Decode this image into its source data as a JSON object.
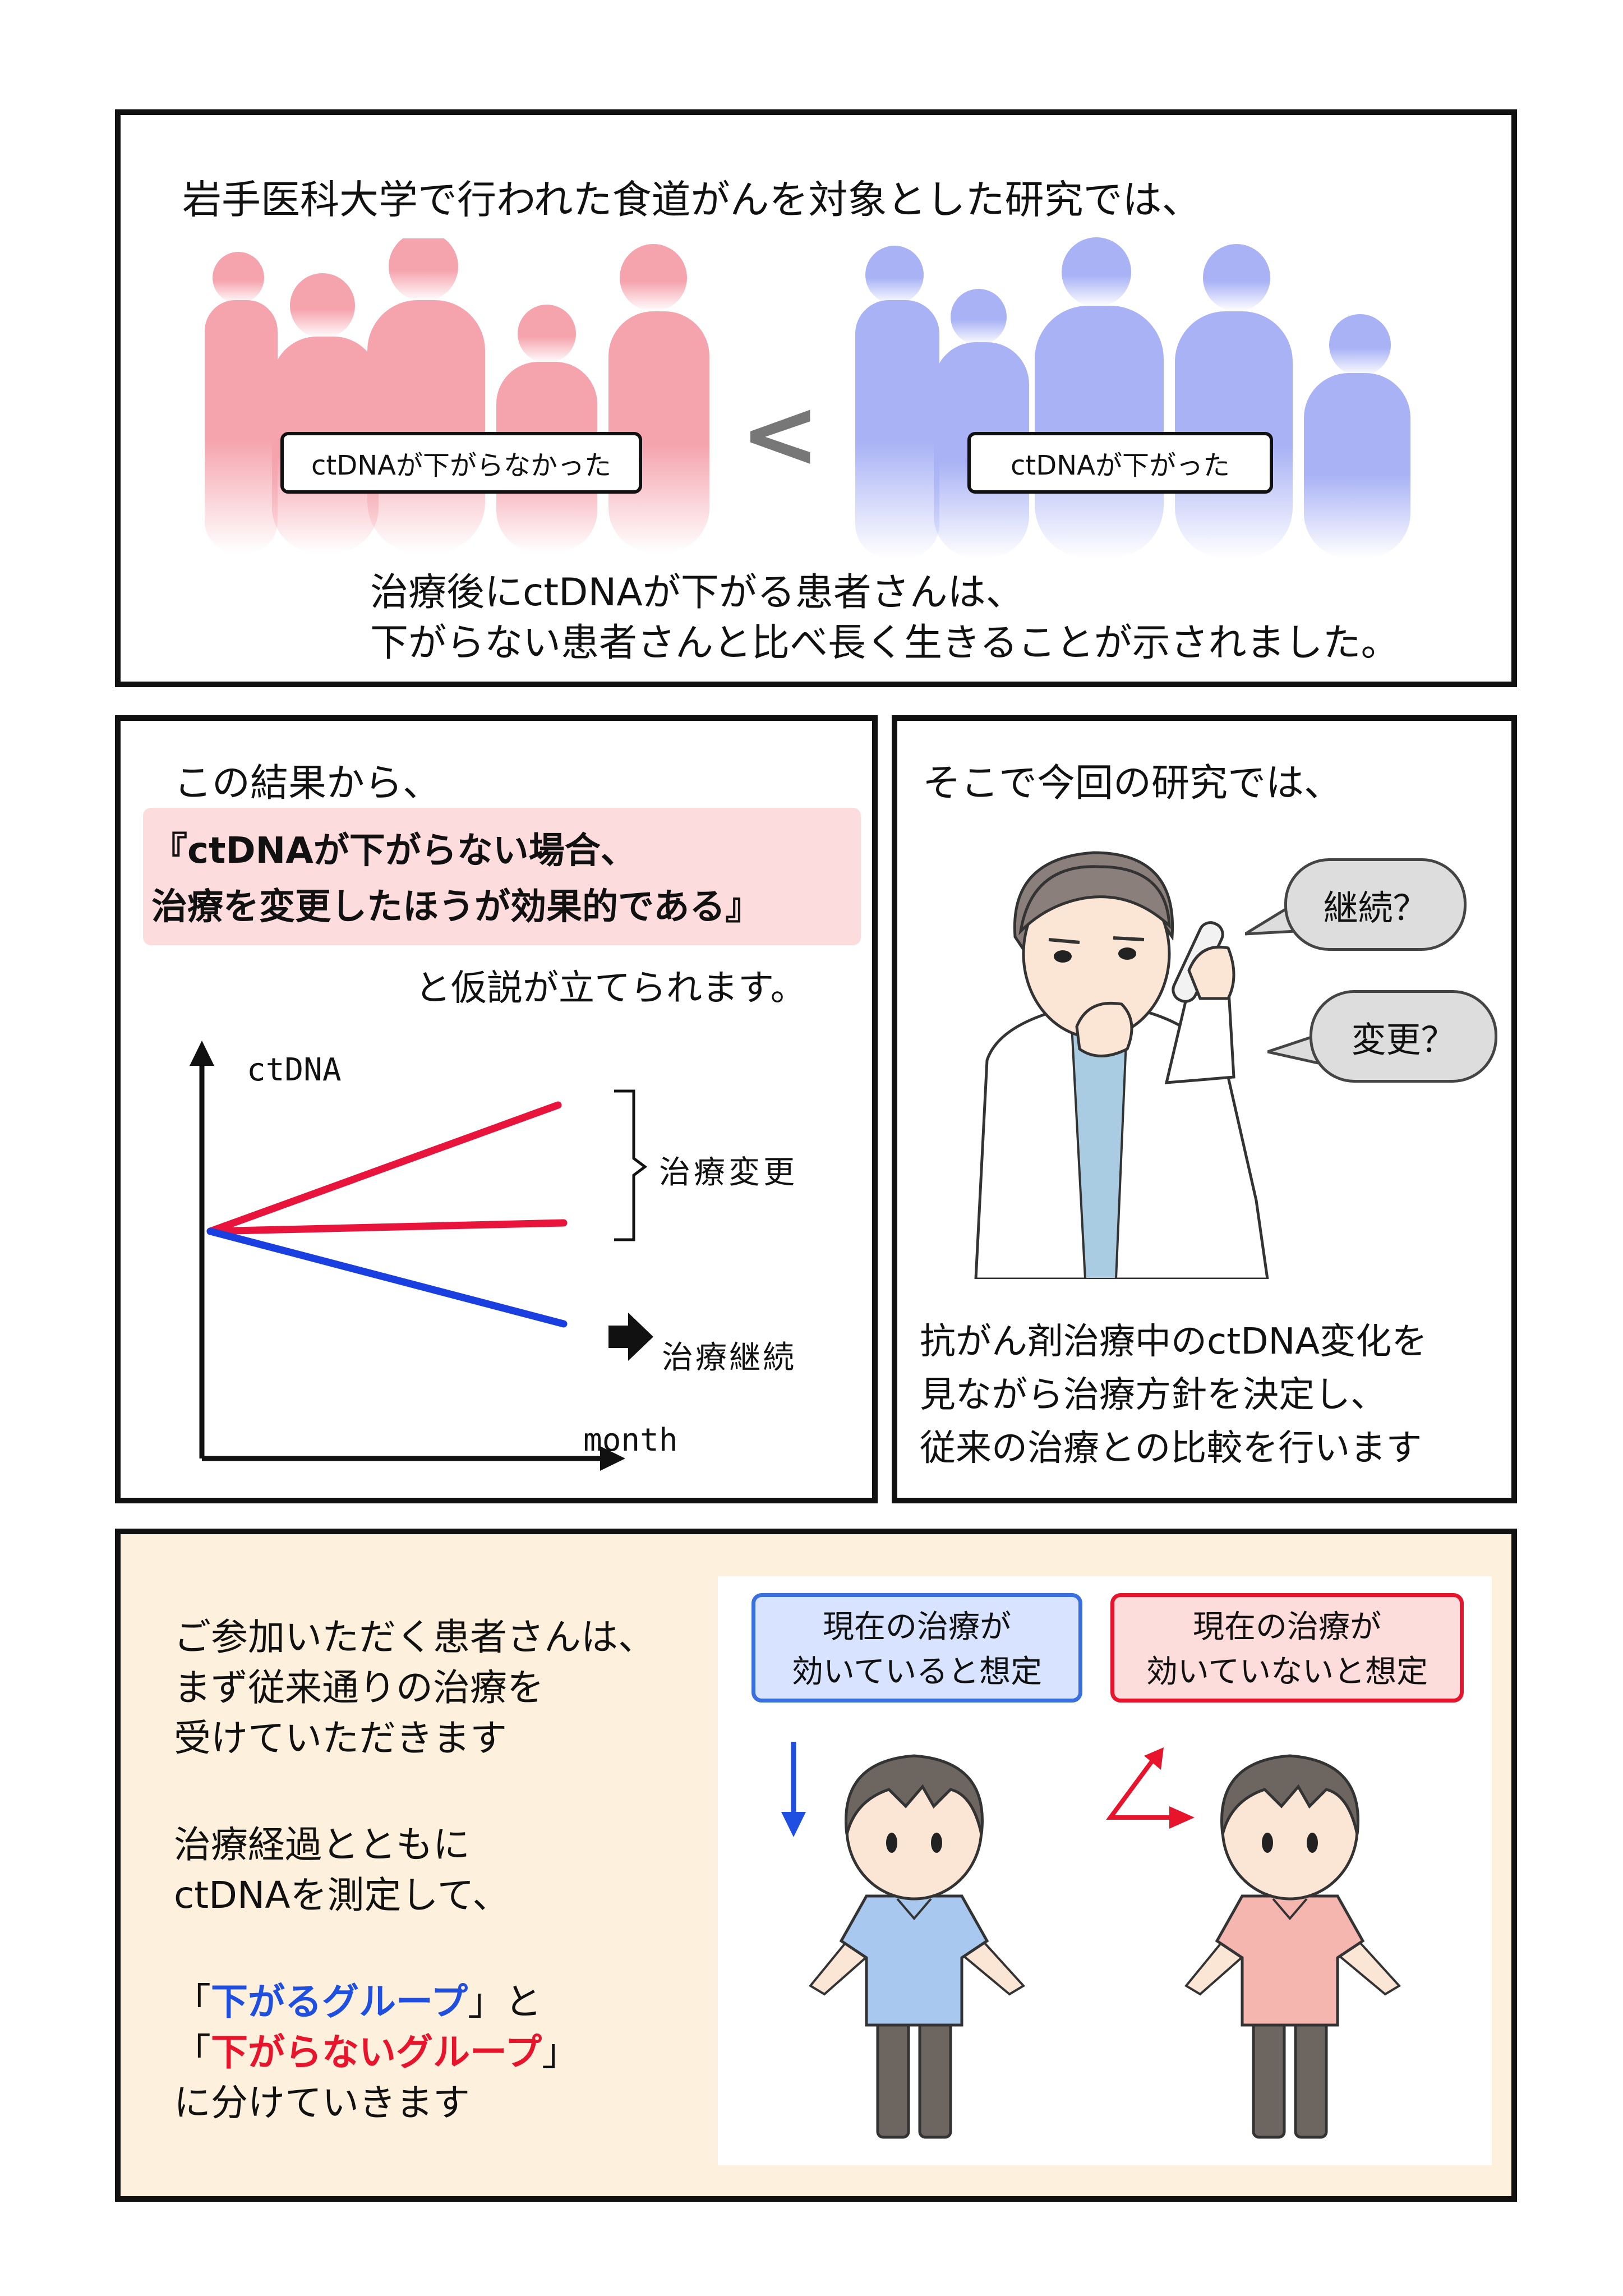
{
  "panel1": {
    "intro": "岩手医科大学で行われた食道がんを対象とした研究では、",
    "label_not_dropped": "ctDNAが下がらなかった",
    "compare_symbol": "<",
    "label_dropped": "ctDNAが下がった",
    "result_line1": "治療後にctDNAが下がる患者さんは、",
    "result_line2": "下がらない患者さんと比べ長く生きることが示されました。",
    "colors": {
      "red_group": "#f5a3ad",
      "blue_group": "#a9b2f5"
    }
  },
  "panel2": {
    "intro": "この結果から、",
    "hypothesis_line1": "『ctDNAが下がらない場合、",
    "hypothesis_line2": "治療を変更したほうが効果的である』",
    "conclusion": "と仮説が立てられます。",
    "chart": {
      "ylabel": "ctDNA",
      "xlabel": "month",
      "label_change": "治療変更",
      "label_continue": "治療継続",
      "colors": {
        "rising": "#e8143c",
        "falling": "#1a3fe0"
      }
    }
  },
  "panel3": {
    "intro": "そこで今回の研究では、",
    "bubble_continue": "継続？",
    "bubble_change": "変更？",
    "line1": "抗がん剤治療中のctDNA変化を",
    "line2": "見ながら治療方針を決定し、",
    "line3": "従来の治療との比較を行います"
  },
  "panel4": {
    "p1_line1": "ご参加いただく患者さんは、",
    "p1_line2": "まず従来通りの治療を",
    "p1_line3": "受けていただきます",
    "p2_line1": "治療経過とともに",
    "p2_line2": "ctDNAを測定して、",
    "g1_open": "「",
    "g1_name": "下がるグループ",
    "g1_close": "」と",
    "g2_open": "「",
    "g2_name": "下がらないグループ",
    "g2_close": "」",
    "p3_end": "に分けていきます",
    "tag_effective_line1": "現在の治療が",
    "tag_effective_line2": "効いていると想定",
    "tag_not_effective_line1": "現在の治療が",
    "tag_not_effective_line2": "効いていないと想定",
    "colors": {
      "background": "#fdf0dc",
      "blue": "#1f4fe0",
      "red": "#e8142c"
    }
  }
}
